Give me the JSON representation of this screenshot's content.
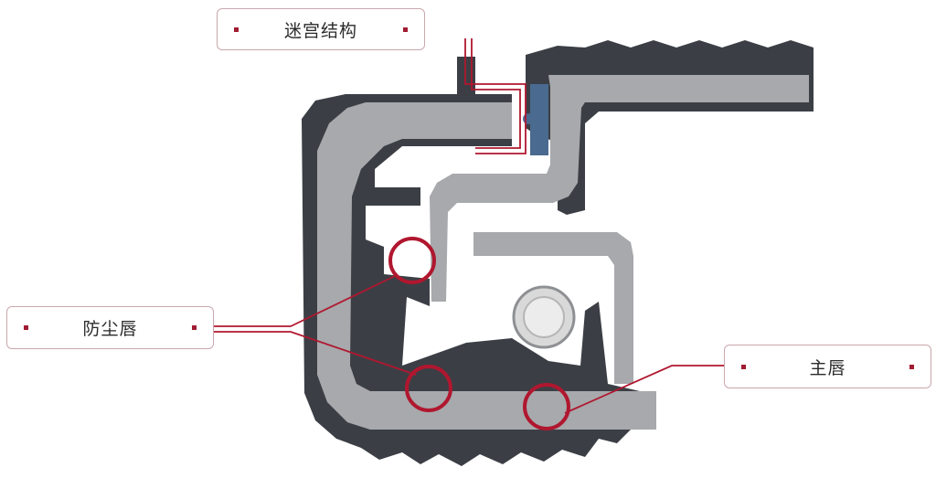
{
  "labels": {
    "labyrinth": "迷宫结构",
    "dust_lip": "防尘唇",
    "main_lip": "主唇"
  },
  "colors": {
    "dark_rubber": "#3b3f45",
    "metal_case": "#a7a9ac",
    "spring_fill": "#e3e3e3",
    "blue_insert": "#4a6a8f",
    "accent": "#b0172f",
    "label_border": "#c9a7ad"
  }
}
